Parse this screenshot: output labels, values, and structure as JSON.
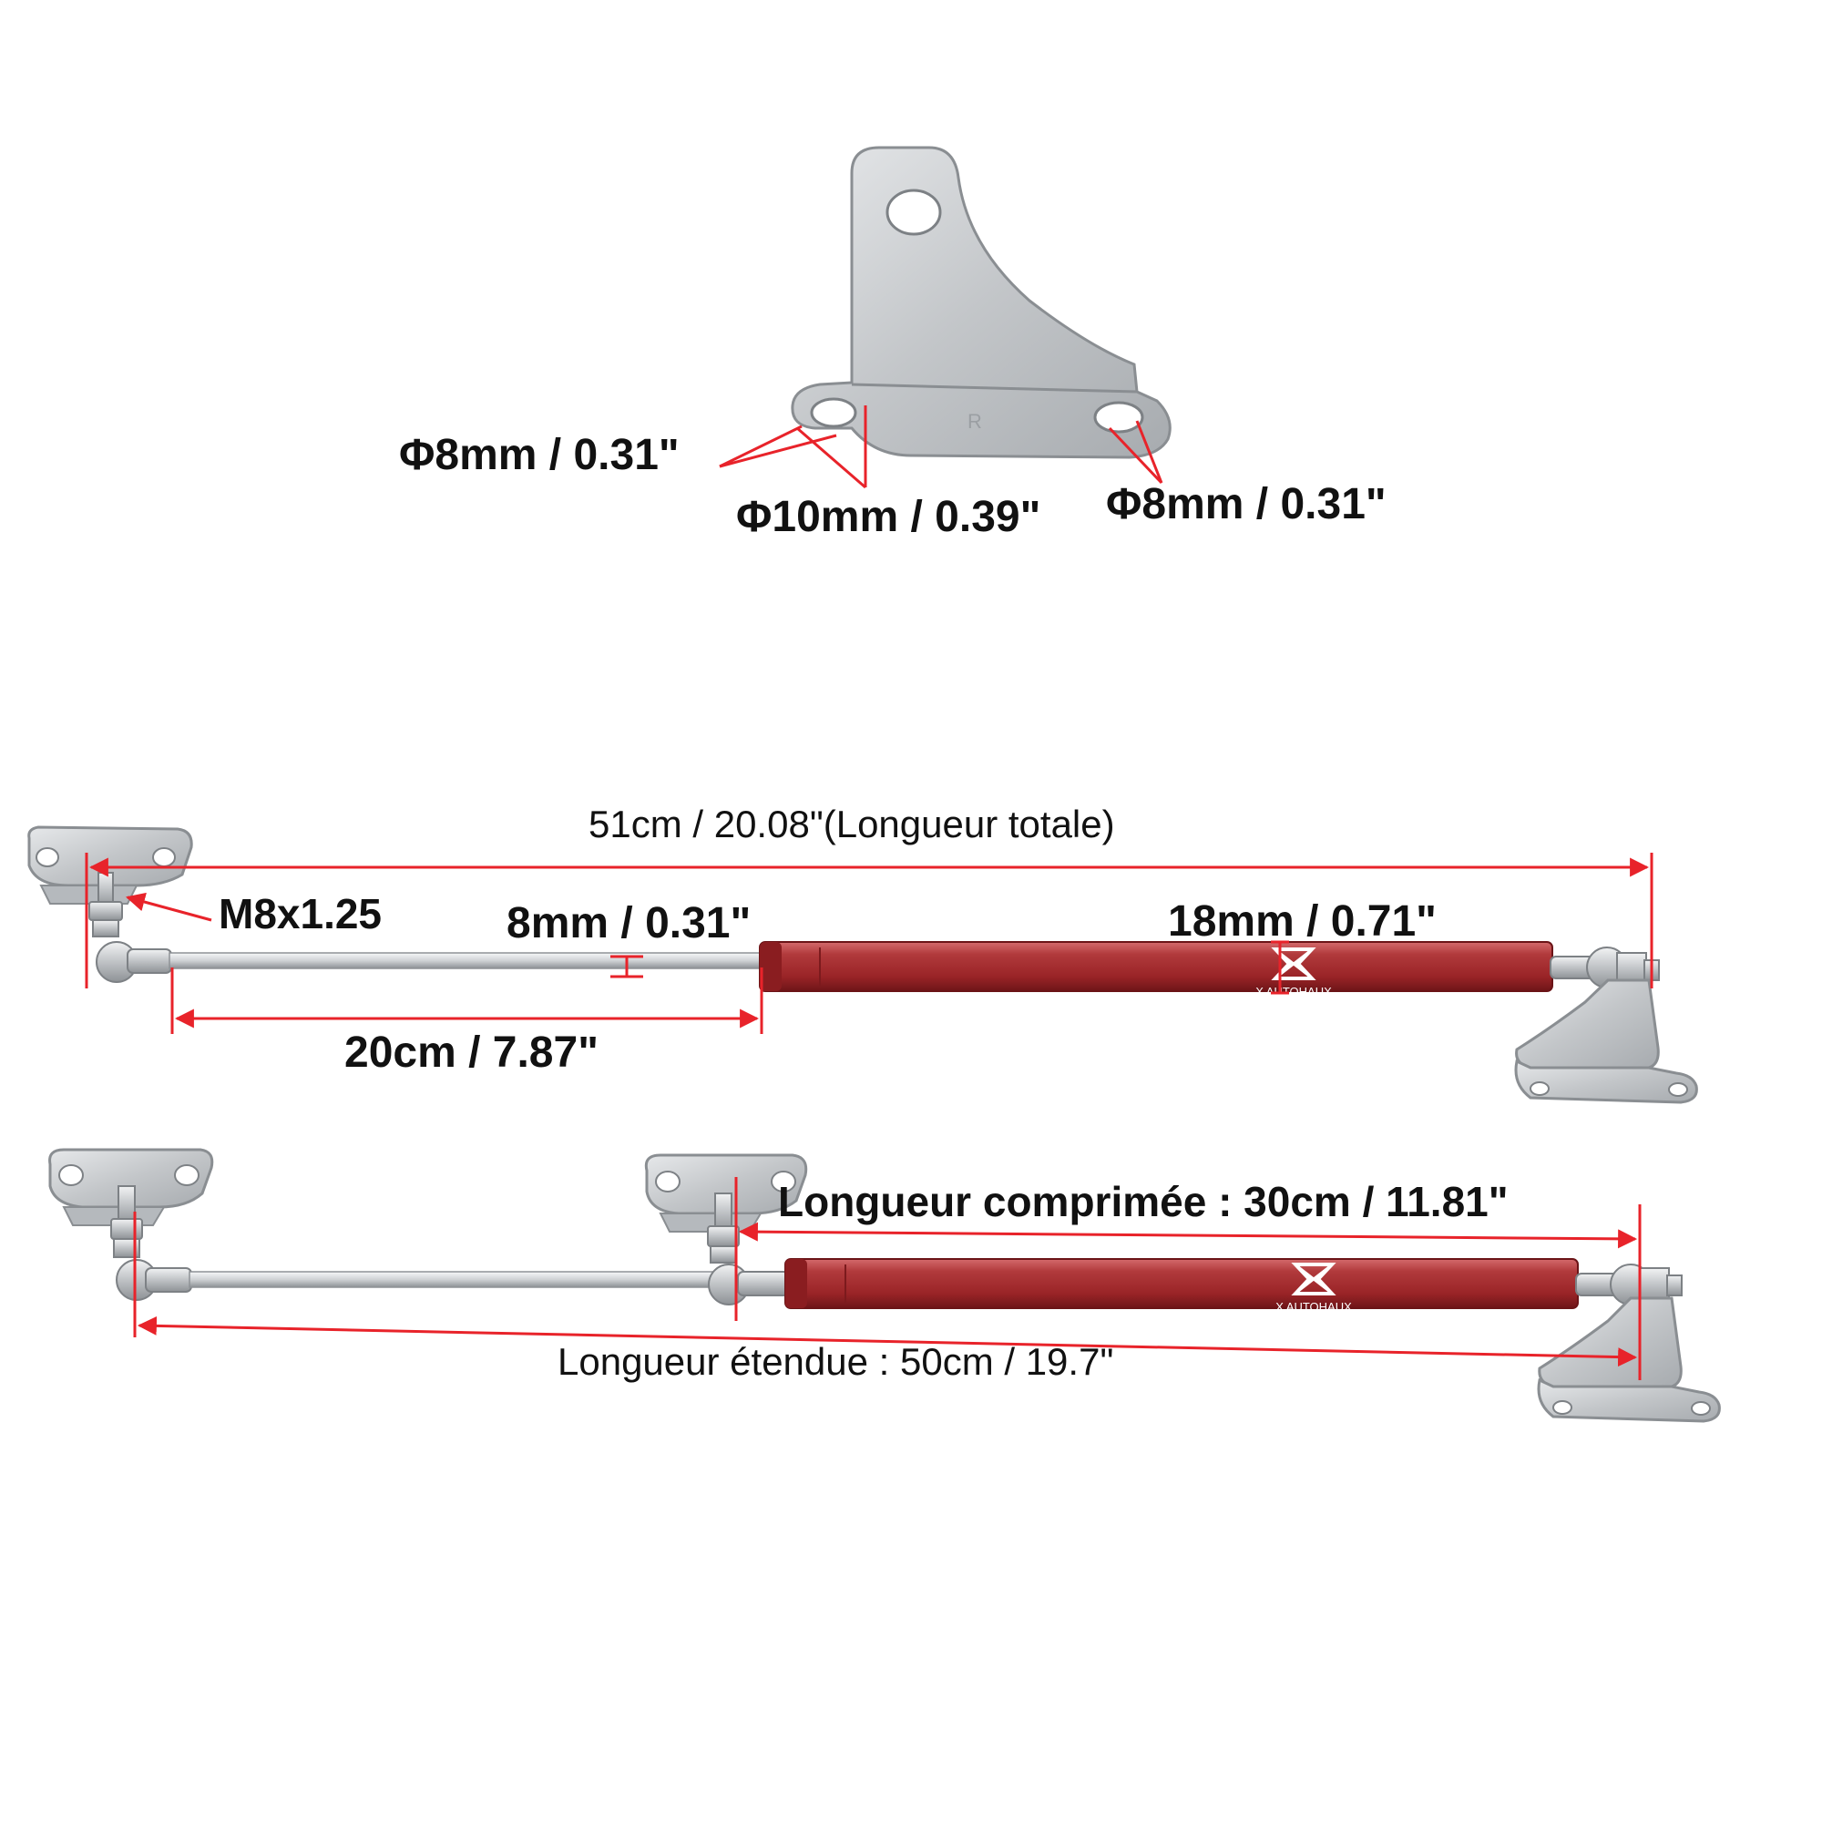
{
  "colors": {
    "dimension": "#e8232a",
    "strut_body": "#a3282b",
    "steel": "#c9cccf",
    "background": "#ffffff",
    "text": "#111111"
  },
  "bracket": {
    "hole_left_diameter": "Φ8mm / 0.31\"",
    "hole_middle_diameter": "Φ10mm / 0.39\"",
    "hole_right_diameter": "Φ8mm / 0.31\"",
    "stamp": "R"
  },
  "strut_extended": {
    "total_length": "51cm / 20.08\"(Longueur totale)",
    "thread": "M8x1.25",
    "rod_diameter": "8mm / 0.31\"",
    "body_diameter": "18mm / 0.71\"",
    "stroke": "20cm / 7.87\"",
    "brand": "X AUTOHAUX"
  },
  "strut_compare": {
    "compressed_length": "Longueur comprimée : 30cm / 11.81\"",
    "extended_length": "Longueur étendue : 50cm / 19.7\"",
    "brand": "X AUTOHAUX"
  }
}
